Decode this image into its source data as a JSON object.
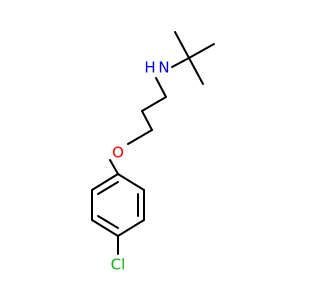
{
  "molecule": {
    "atoms": {
      "nitrogen": {
        "label": "N",
        "h_label": "H",
        "color": "#0000ff"
      },
      "oxygen": {
        "label": "O",
        "color": "#ff0000"
      },
      "chlorine": {
        "label": "Cl",
        "color": "#00c000"
      }
    },
    "bond_color": "#000000",
    "background": "#ffffff"
  }
}
